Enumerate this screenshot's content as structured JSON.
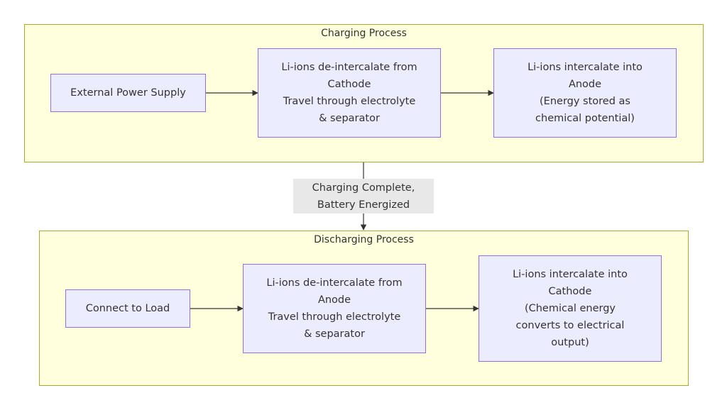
{
  "charging": {
    "title": "Charging Process",
    "supply": "External Power Supply",
    "deintercalate": [
      "Li-ions de-intercalate from",
      "Cathode",
      "Travel through electrolyte",
      "& separator"
    ],
    "intercalate": [
      "Li-ions intercalate into",
      "Anode",
      "(Energy stored as",
      "chemical potential)"
    ]
  },
  "transition": [
    "Charging Complete,",
    "Battery Energized"
  ],
  "discharging": {
    "title": "Discharging Process",
    "load": "Connect to Load",
    "deintercalate": [
      "Li-ions de-intercalate from",
      "Anode",
      "Travel through electrolyte",
      "& separator"
    ],
    "intercalate": [
      "Li-ions intercalate into",
      "Cathode",
      "(Chemical energy",
      "converts to electrical",
      "output)"
    ]
  },
  "colors": {
    "cluster_fill": "#ffffde",
    "cluster_border": "#aaaa33",
    "node_fill": "#ececff",
    "node_border": "#9370db",
    "edge": "#333333",
    "edge_label_bg": "#e8e8e8"
  }
}
